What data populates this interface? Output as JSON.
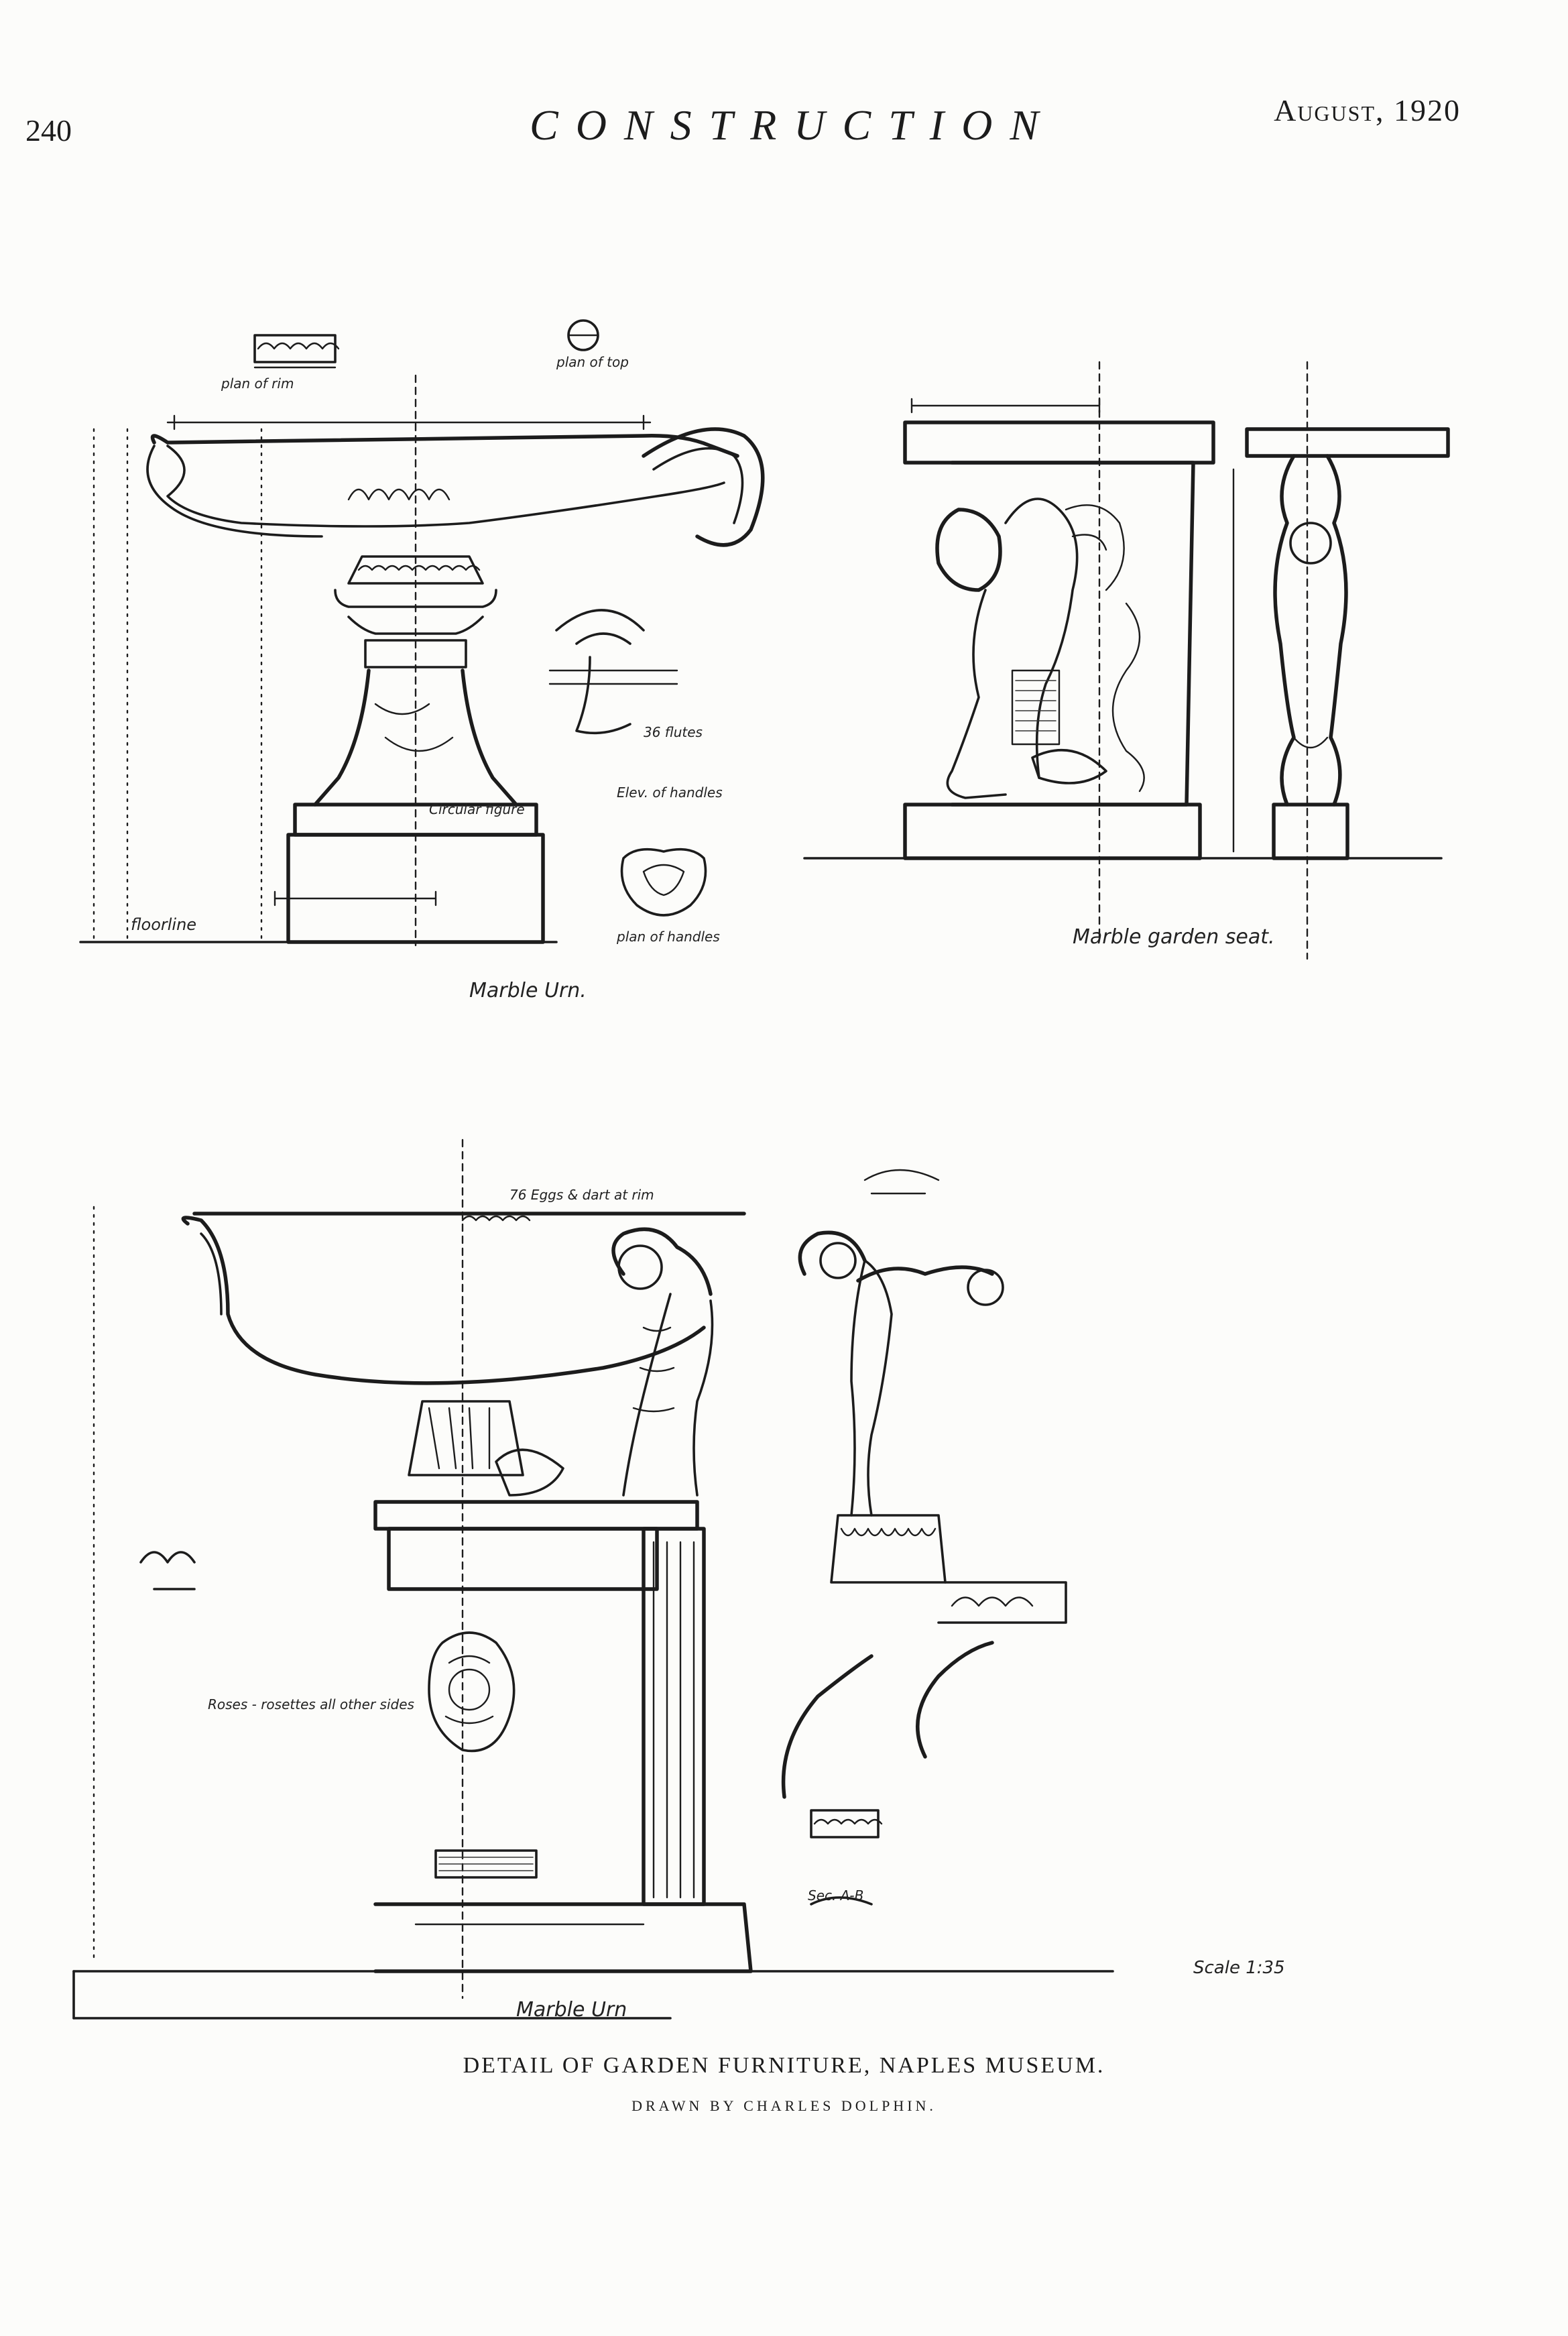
{
  "header": {
    "page_number": "240",
    "journal": "CONSTRUCTION",
    "issue": "August, 1920"
  },
  "labels": {
    "urn_top": "Marble Urn.",
    "seat": "Marble garden seat.",
    "urn_bottom": "Marble Urn",
    "floor_line": "floorline",
    "plan_of_top": "plan of top",
    "plan_of_rim": "plan of rim",
    "plan_of_handles": "plan of handles",
    "elev_of_handles": "Elev. of handles",
    "flutes": "36 flutes",
    "circular": "Circular figure",
    "egg_dart": "76 Eggs & dart at rim",
    "rosettes": "Roses - rosettes all other sides",
    "sec_ab": "Sec. A-B",
    "scale": "Scale 1:35"
  },
  "caption": {
    "title": "DETAIL OF GARDEN FURNITURE, NAPLES MUSEUM.",
    "credit": "DRAWN BY CHARLES DOLPHIN."
  }
}
